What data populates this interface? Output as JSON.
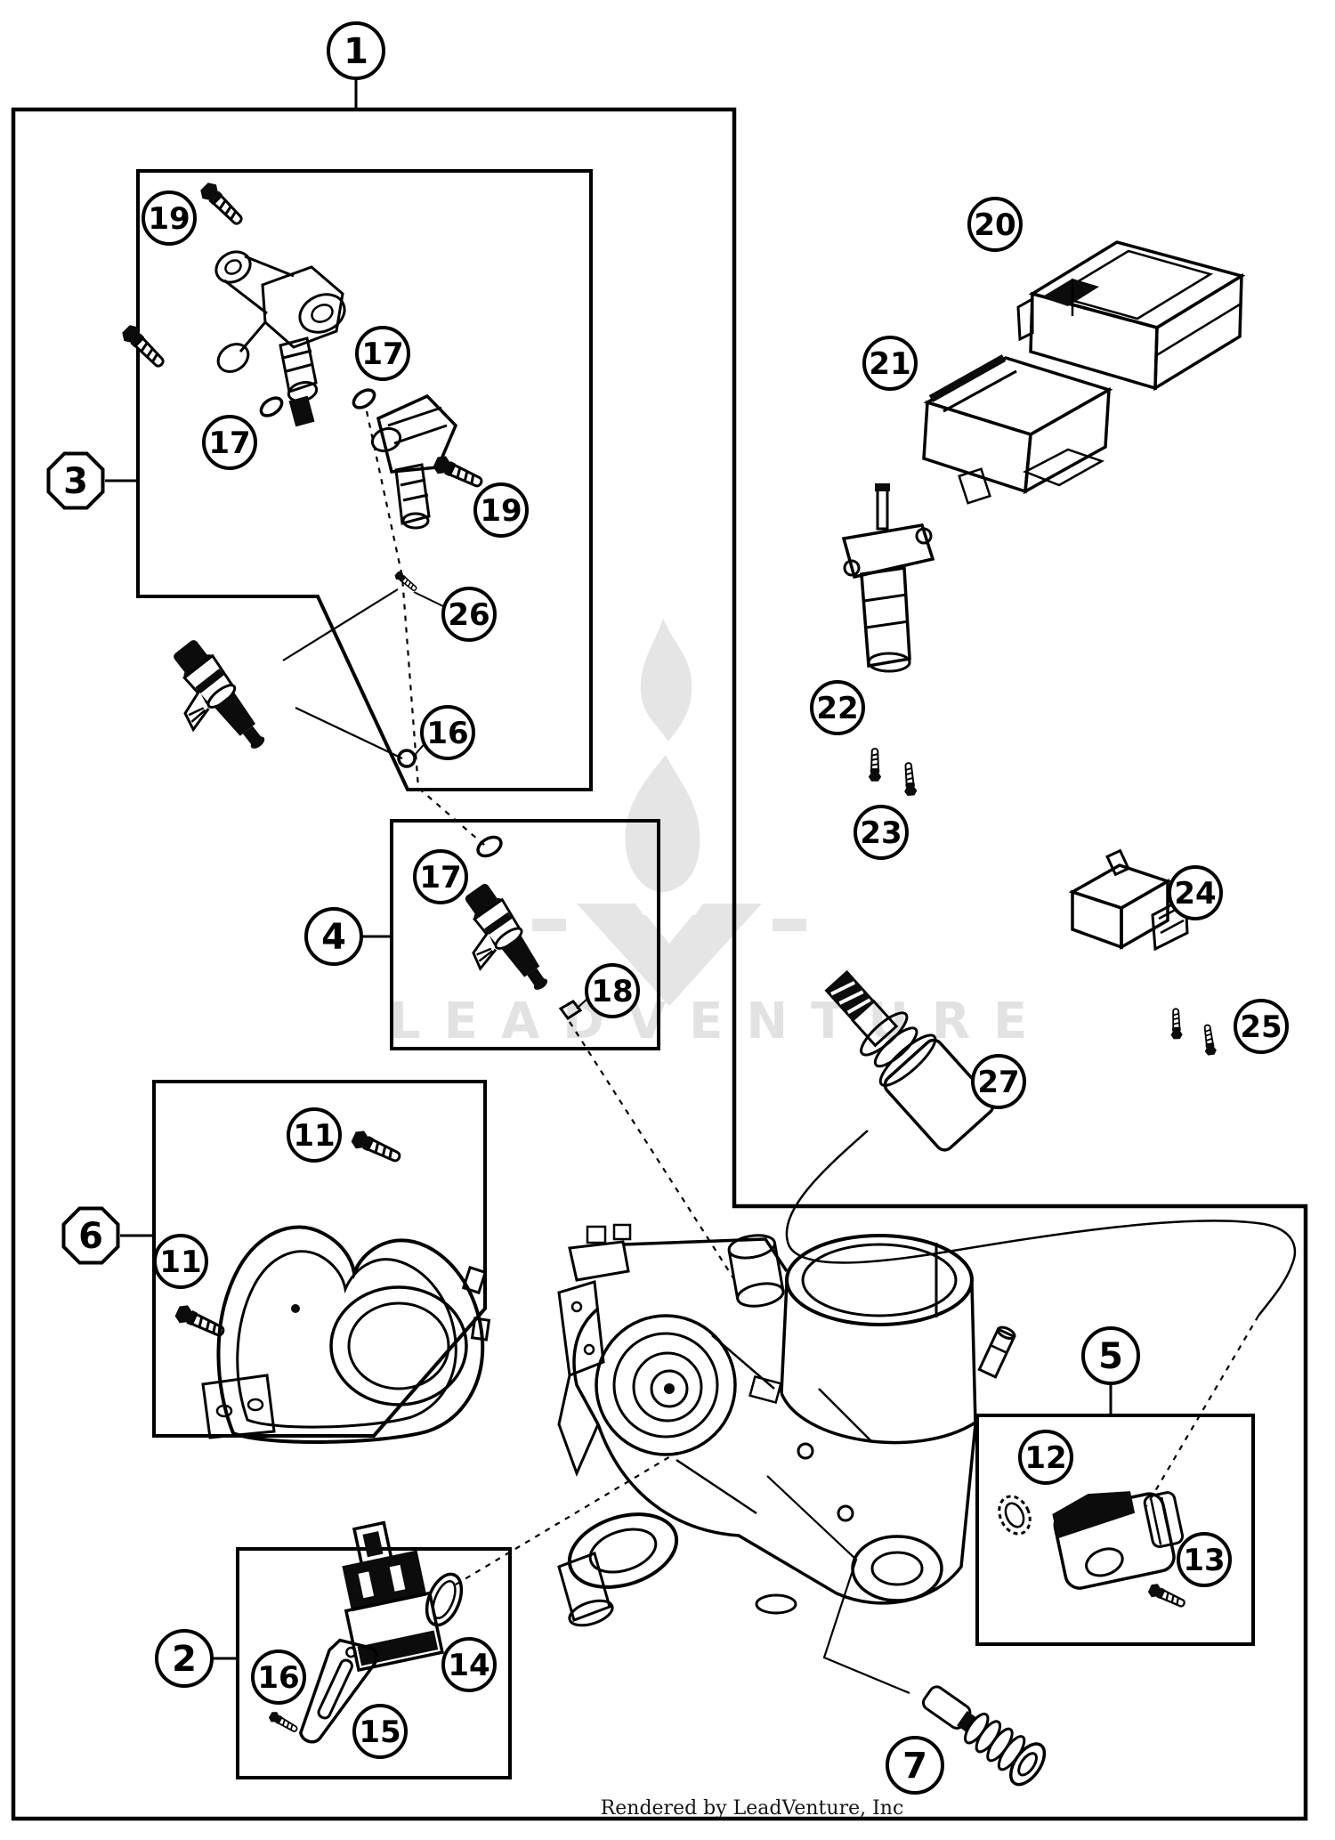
{
  "page": {
    "background": "#ffffff",
    "line_color": "#000000",
    "watermark_color": "#e2e2e2"
  },
  "watermark": {
    "text": "LEADVENTURE"
  },
  "footer": {
    "text": "Rendered by LeadVenture, Inc"
  },
  "callouts": {
    "c1": {
      "label": "1"
    },
    "c2": {
      "label": "2"
    },
    "c3": {
      "label": "3"
    },
    "c4": {
      "label": "4"
    },
    "c5": {
      "label": "5"
    },
    "c6": {
      "label": "6"
    },
    "c7": {
      "label": "7"
    },
    "c11a": {
      "label": "11"
    },
    "c11b": {
      "label": "11"
    },
    "c12": {
      "label": "12"
    },
    "c13": {
      "label": "13"
    },
    "c14": {
      "label": "14"
    },
    "c15": {
      "label": "15"
    },
    "c16a": {
      "label": "16"
    },
    "c16b": {
      "label": "16"
    },
    "c17a": {
      "label": "17"
    },
    "c17b": {
      "label": "17"
    },
    "c17c": {
      "label": "17"
    },
    "c18": {
      "label": "18"
    },
    "c19a": {
      "label": "19"
    },
    "c19b": {
      "label": "19"
    },
    "c20": {
      "label": "20"
    },
    "c21": {
      "label": "21"
    },
    "c22": {
      "label": "22"
    },
    "c23": {
      "label": "23"
    },
    "c24": {
      "label": "24"
    },
    "c25": {
      "label": "25"
    },
    "c26": {
      "label": "26"
    },
    "c27": {
      "label": "27"
    }
  }
}
